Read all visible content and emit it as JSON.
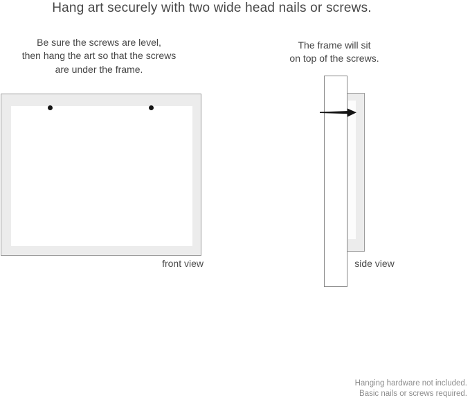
{
  "title": "Hang art securely with two wide head nails or screws.",
  "instructions_left": {
    "lines": [
      "Be sure the screws are level,",
      "then hang the art so that the screws",
      "are under the frame."
    ]
  },
  "instructions_right": {
    "lines": [
      "The frame will sit",
      "on top of the screws."
    ]
  },
  "front_view": {
    "label": "front view",
    "nail_dot_count": 2
  },
  "side_view": {
    "label": "side view"
  },
  "footnote": {
    "lines": [
      "Hanging hardware not included.",
      "Basic nails or screws required."
    ]
  },
  "colors": {
    "background": "#ffffff",
    "text_primary": "#474747",
    "text_muted": "#8d8d8d",
    "frame_fill": "#ececec",
    "frame_border": "#9c9c9c",
    "wall_border": "#868686",
    "nail": "#141414"
  }
}
